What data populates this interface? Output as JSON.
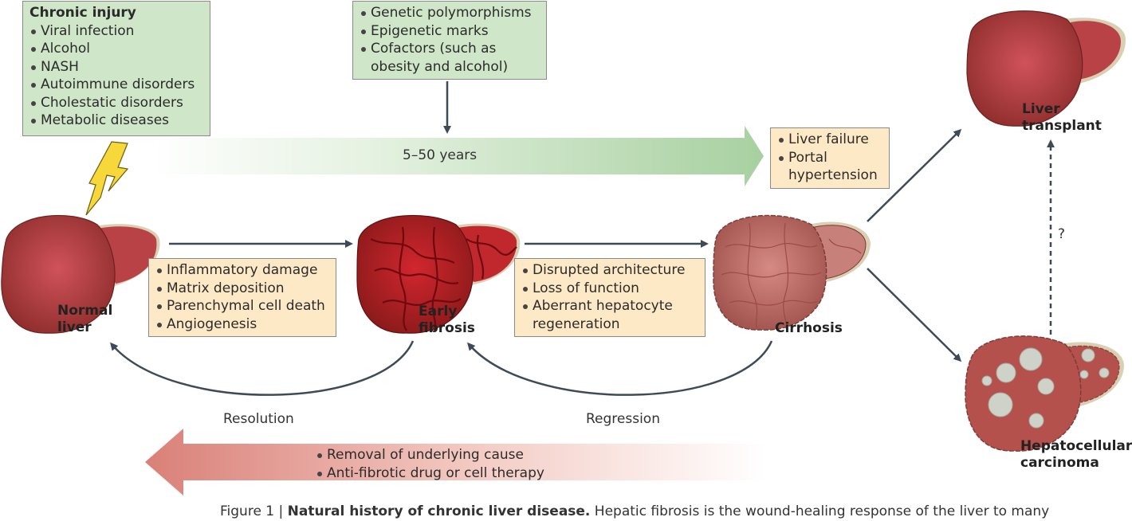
{
  "chronic_injury": {
    "title": "Chronic injury",
    "items": [
      "Viral infection",
      "Alcohol",
      "NASH",
      "Autoimmune disorders",
      "Cholestatic disorders",
      "Metabolic diseases"
    ]
  },
  "modifiers": {
    "items": [
      "Genetic polymorphisms",
      "Epigenetic marks",
      "Cofactors (such as",
      "obesity and alcohol)"
    ]
  },
  "timeline": {
    "label": "5–50 years"
  },
  "complications": {
    "items": [
      "Liver failure",
      "Portal",
      "hypertension"
    ]
  },
  "fibrogenesis": {
    "items": [
      "Inflammatory damage",
      "Matrix deposition",
      "Parenchymal cell death",
      "Angiogenesis"
    ]
  },
  "cirrhosis_effects": {
    "items": [
      "Disrupted architecture",
      "Loss of function",
      "Aberrant hepatocyte",
      "regeneration"
    ]
  },
  "stages": {
    "normal": [
      "Normal",
      "liver"
    ],
    "early": [
      "Early",
      "fibrosis"
    ],
    "cirrhosis": [
      "Cirrhosis"
    ],
    "transplant": [
      "Liver",
      "transplant"
    ],
    "hcc": [
      "Hepatocellular",
      "carcinoma"
    ]
  },
  "arrows": {
    "resolution": "Resolution",
    "regression": "Regression",
    "question": "?"
  },
  "reversal": {
    "items": [
      "Removal of underlying cause",
      "Anti-fibrotic drug or cell therapy"
    ]
  },
  "caption": {
    "prefix": "Figure 1 | ",
    "bold": "Natural history of chronic liver disease.",
    "text": " Hepatic fibrosis is the wound-healing response of the liver to many"
  },
  "colors": {
    "liver_normal": "#b8444a",
    "liver_fibrosis": "#b01a22",
    "liver_cirrhosis": "#c07070",
    "arrow": "#3e4b57",
    "green_box": "#cfe6c9",
    "peach_box": "#fde9c6"
  }
}
